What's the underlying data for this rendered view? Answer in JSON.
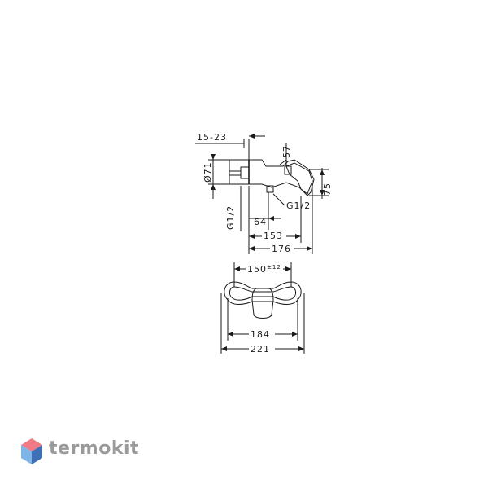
{
  "side_view": {
    "dim_offset": "15-23",
    "dim_diameter": "Ø71",
    "dim_angle": "57",
    "dim_height": "75",
    "dim_thread_left": "G1/2",
    "dim_thread_right": "G1/2",
    "dim_spout": "64",
    "dim_depth_inner": "153",
    "dim_depth_outer": "176"
  },
  "front_view": {
    "dim_center": "150",
    "dim_center_tol": "±12",
    "dim_inner_width": "184",
    "dim_outer_width": "221"
  },
  "brand": {
    "name": "termokit",
    "colors": {
      "top": "#f07a86",
      "left": "#7db6e6",
      "right": "#3f6fb5"
    }
  }
}
